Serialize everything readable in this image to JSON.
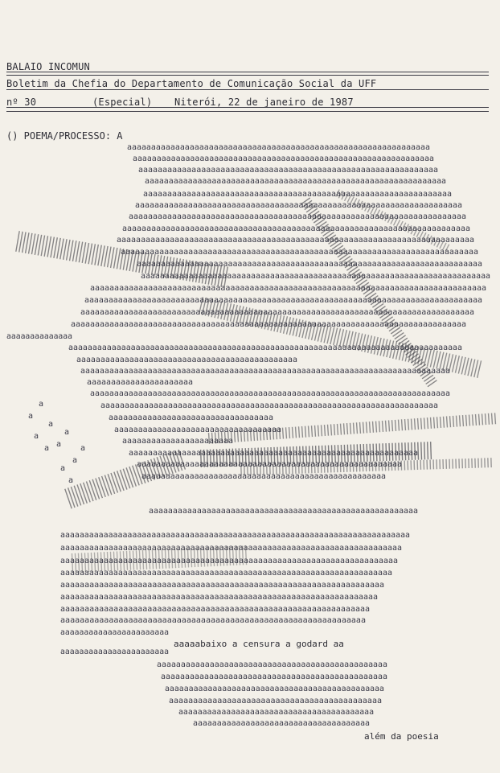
{
  "header": {
    "title": "BALAIO INCOMUN",
    "line2": "Boletim da Chefia do Departamento de Comunicação Social da UFF",
    "issue": "nº 30",
    "edition": "(Especial)",
    "place_date": "Niterói, 22 de janeiro de 1987"
  },
  "poem": {
    "label": "() POEMA/PROCESSO: A",
    "line_censorship": "aaaaabaixo a censura a godard aa",
    "line_final": "além da poesia",
    "glyph": "a"
  },
  "colors": {
    "paper": "#f3f0e9",
    "ink": "#2d2d35"
  }
}
